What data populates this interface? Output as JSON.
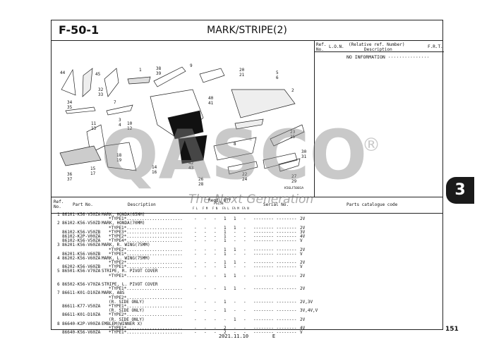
{
  "header": {
    "code": "F-50-1",
    "title": "MARK/STRIPE(2)"
  },
  "ref_panel": {
    "col_ref": "Ref.",
    "col_no": "No.",
    "col_lon": "L.O.N.",
    "col_desc_top": "(Relative ref. Number)",
    "col_desc": "Description",
    "col_frt": "F.R.T.",
    "info": "NO INFORMATION ···············"
  },
  "diagram": {
    "callouts": [
      "44",
      "45",
      "1",
      "38",
      "39",
      "9",
      "20",
      "21",
      "5",
      "6",
      "32",
      "33",
      "40",
      "41",
      "2",
      "34",
      "35",
      "7",
      "3",
      "4",
      "10",
      "12",
      "11",
      "13",
      "23",
      "25",
      "8",
      "18",
      "19",
      "14",
      "16",
      "42",
      "43",
      "30",
      "31",
      "15",
      "17",
      "36",
      "37",
      "26",
      "28",
      "22",
      "24",
      "27",
      "29"
    ],
    "drawing_code": "K56LF5001A"
  },
  "columns": {
    "ref": "Ref.",
    "no": "No.",
    "part_no": "Part No.",
    "description": "Description",
    "reqd_qty": "Reqd. QTY",
    "ps": "PS158",
    "type_labels": [
      "F L",
      "F M",
      "F N",
      "FA L",
      "FA M",
      "FA N"
    ],
    "serial": "Serial No.",
    "catalogue": "Parts catalogue code"
  },
  "rows": [
    {
      "ref": "1",
      "part": "86101-K56-V50ZA",
      "desc": "MARK, HONDA(65MM)",
      "q": [
        "",
        "",
        "",
        "",
        "",
        ""
      ],
      "serial": "",
      "code": ""
    },
    {
      "ref": "",
      "part": "",
      "desc": "*TYPE1*......................",
      "q": [
        "-",
        "-",
        "-",
        "1",
        "1",
        "-"
      ],
      "serial": "-------- --------",
      "code": "2V"
    },
    {
      "ref": "2",
      "part": "86102-K56-V50ZD",
      "desc": "MARK, HONDA(70MM)",
      "q": [
        "",
        "",
        "",
        "",
        "",
        ""
      ],
      "serial": "",
      "code": ""
    },
    {
      "ref": "",
      "part": "",
      "desc": "*TYPE1*......................",
      "q": [
        "-",
        "-",
        "-",
        "1",
        "1",
        "-"
      ],
      "serial": "-------- --------",
      "code": "2V"
    },
    {
      "ref": "",
      "part": "86102-K56-V50ZB",
      "desc": "*TYPE3*......................",
      "q": [
        "-",
        "-",
        "-",
        "1",
        "-",
        "-"
      ],
      "serial": "-------- --------",
      "code": "3V"
    },
    {
      "ref": "",
      "part": "86102-K2P-V00ZA",
      "desc": "*TYPE2*......................",
      "q": [
        "-",
        "-",
        "-",
        "1",
        "-",
        "-"
      ],
      "serial": "-------- --------",
      "code": "4V"
    },
    {
      "ref": "",
      "part": "86102-K56-V50ZA",
      "desc": "*TYPE4*......................",
      "q": [
        "-",
        "-",
        "-",
        "1",
        "-",
        "-"
      ],
      "serial": "-------- --------",
      "code": "V"
    },
    {
      "ref": "3",
      "part": "86201-K56-V60ZA",
      "desc": "MARK, R. WING(75MM)",
      "q": [
        "",
        "",
        "",
        "",
        "",
        ""
      ],
      "serial": "",
      "code": ""
    },
    {
      "ref": "",
      "part": "",
      "desc": "*TYPE2*......................",
      "q": [
        "-",
        "-",
        "-",
        "1",
        "1",
        "-"
      ],
      "serial": "-------- --------",
      "code": "2V"
    },
    {
      "ref": "",
      "part": "86201-K56-V60ZB",
      "desc": "*TYPE1*......................",
      "q": [
        "-",
        "-",
        "-",
        "1",
        "-",
        "-"
      ],
      "serial": "-------- --------",
      "code": "V"
    },
    {
      "ref": "4",
      "part": "86202-K56-V60ZA",
      "desc": "MARK, L. WING(75MM)",
      "q": [
        "",
        "",
        "",
        "",
        "",
        ""
      ],
      "serial": "",
      "code": ""
    },
    {
      "ref": "",
      "part": "",
      "desc": "*TYPE2*......................",
      "q": [
        "-",
        "-",
        "-",
        "1",
        "1",
        "-"
      ],
      "serial": "-------- --------",
      "code": "2V"
    },
    {
      "ref": "",
      "part": "86202-K56-V60ZB",
      "desc": "*TYPE1*......................",
      "q": [
        "-",
        "-",
        "-",
        "1",
        "-",
        "-"
      ],
      "serial": "-------- --------",
      "code": "V"
    },
    {
      "ref": "5",
      "part": "86501-K56-V70ZA",
      "desc": "STRIPE, R. PIVOT COVER",
      "q": [
        "",
        "",
        "",
        "",
        "",
        ""
      ],
      "serial": "",
      "code": ""
    },
    {
      "ref": "",
      "part": "",
      "desc": "*TYPE1*......................",
      "q": [
        "-",
        "-",
        "-",
        "1",
        "1",
        "-"
      ],
      "serial": "-------- --------",
      "code": "2V"
    },
    {
      "ref": "",
      "part": "",
      "desc": "",
      "q": [
        "",
        "",
        "",
        "",
        "",
        ""
      ],
      "serial": "",
      "code": ""
    },
    {
      "ref": "6",
      "part": "86502-K56-V70ZA",
      "desc": "STRIPE, L. PIVOT COVER",
      "q": [
        "",
        "",
        "",
        "",
        "",
        ""
      ],
      "serial": "",
      "code": ""
    },
    {
      "ref": "",
      "part": "",
      "desc": "*TYPE1*......................",
      "q": [
        "-",
        "-",
        "-",
        "1",
        "1",
        "-"
      ],
      "serial": "-------- --------",
      "code": "2V"
    },
    {
      "ref": "7",
      "part": "86611-K01-D10ZA",
      "desc": "MARK, ABS",
      "q": [
        "",
        "",
        "",
        "",
        "",
        ""
      ],
      "serial": "",
      "code": ""
    },
    {
      "ref": "",
      "part": "",
      "desc": "*TYPE2*......................",
      "q": [
        "",
        "",
        "",
        "",
        "",
        ""
      ],
      "serial": "",
      "code": ""
    },
    {
      "ref": "",
      "part": "",
      "desc": "(R. SIDE ONLY)",
      "q": [
        "-",
        "-",
        "-",
        "1",
        "-",
        "-"
      ],
      "serial": "-------- --------",
      "code": "2V,3V"
    },
    {
      "ref": "",
      "part": "86611-K77-V50ZA",
      "desc": "*TYPE1*......................",
      "q": [
        "",
        "",
        "",
        "",
        "",
        ""
      ],
      "serial": "",
      "code": ""
    },
    {
      "ref": "",
      "part": "",
      "desc": "(R. SIDE ONLY)",
      "q": [
        "-",
        "-",
        "-",
        "1",
        "-",
        "-"
      ],
      "serial": "-------- --------",
      "code": "3V,4V,V"
    },
    {
      "ref": "",
      "part": "86611-K01-D10ZA",
      "desc": "*TYPE2*......................",
      "q": [
        "",
        "",
        "",
        "",
        "",
        ""
      ],
      "serial": "",
      "code": ""
    },
    {
      "ref": "",
      "part": "",
      "desc": "(R. SIDE ONLY)",
      "q": [
        "-",
        "-",
        "-",
        "-",
        "1",
        "-"
      ],
      "serial": "-------- --------",
      "code": "2V"
    },
    {
      "ref": "8",
      "part": "86640-K2P-V00ZA",
      "desc": "EMBLEM(WINNER X)",
      "q": [
        "",
        "",
        "",
        "",
        "",
        ""
      ],
      "serial": "",
      "code": ""
    },
    {
      "ref": "",
      "part": "",
      "desc": "*TYPE1*......................",
      "q": [
        "-",
        "-",
        "-",
        "2",
        "-",
        "-"
      ],
      "serial": "-------- --------",
      "code": "4V"
    },
    {
      "ref": "",
      "part": "86640-K56-V60ZA",
      "desc": "*TYPE1*......................",
      "q": [
        "-",
        "-",
        "-",
        "2",
        "-",
        "-"
      ],
      "serial": "-------- --------",
      "code": "V"
    }
  ],
  "footer": {
    "date": "2021.11.10",
    "edition": "E"
  },
  "section_tab": "3",
  "page_number": "151",
  "watermark": {
    "brand": "QASCO",
    "mark": "®",
    "tagline": "The Next Generation"
  }
}
